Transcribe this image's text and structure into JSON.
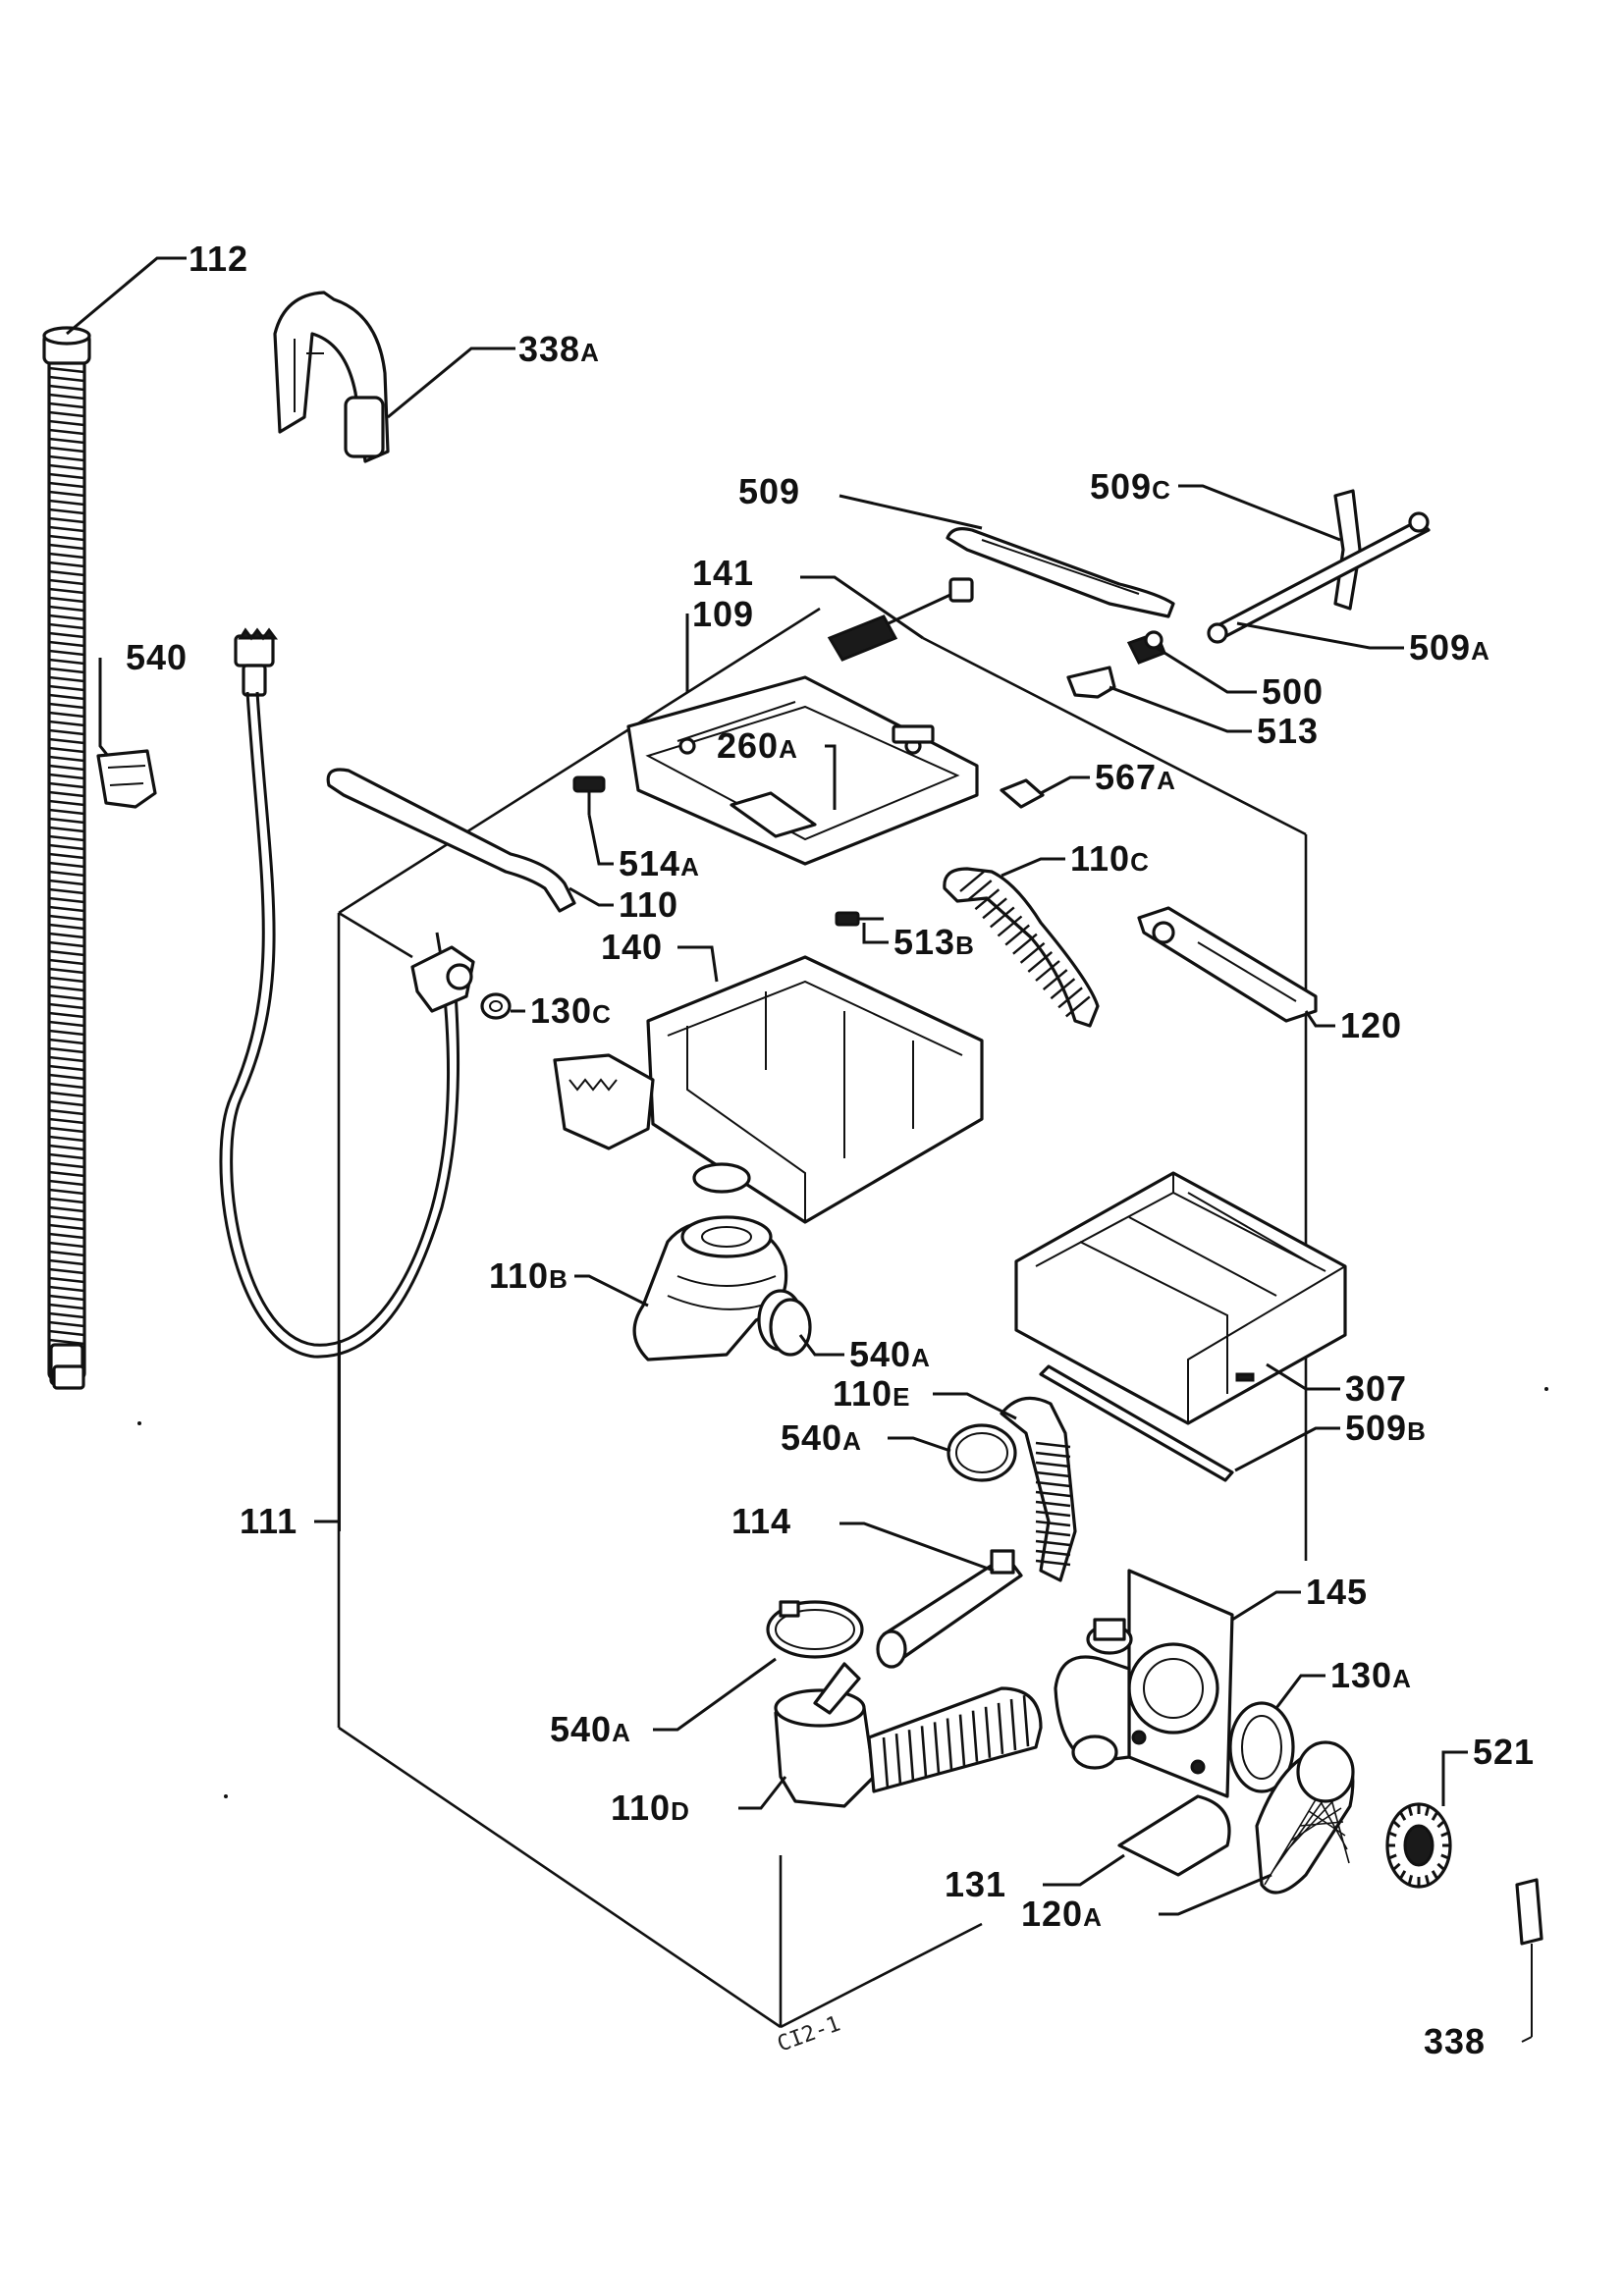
{
  "diagram": {
    "drawing_ref": "CI2-1",
    "labels": [
      {
        "id": "112",
        "num": "112",
        "suffix": ""
      },
      {
        "id": "338A",
        "num": "338",
        "suffix": "A"
      },
      {
        "id": "509",
        "num": "509",
        "suffix": ""
      },
      {
        "id": "509C",
        "num": "509",
        "suffix": "C"
      },
      {
        "id": "141",
        "num": "141",
        "suffix": ""
      },
      {
        "id": "109",
        "num": "109",
        "suffix": ""
      },
      {
        "id": "540",
        "num": "540",
        "suffix": ""
      },
      {
        "id": "509A",
        "num": "509",
        "suffix": "A"
      },
      {
        "id": "500",
        "num": "500",
        "suffix": ""
      },
      {
        "id": "513",
        "num": "513",
        "suffix": ""
      },
      {
        "id": "260A",
        "num": "260",
        "suffix": "A"
      },
      {
        "id": "567A",
        "num": "567",
        "suffix": "A"
      },
      {
        "id": "514A",
        "num": "514",
        "suffix": "A"
      },
      {
        "id": "110C",
        "num": "110",
        "suffix": "C"
      },
      {
        "id": "110",
        "num": "110",
        "suffix": ""
      },
      {
        "id": "140",
        "num": "140",
        "suffix": ""
      },
      {
        "id": "513B",
        "num": "513",
        "suffix": "B"
      },
      {
        "id": "130C",
        "num": "130",
        "suffix": "C"
      },
      {
        "id": "120",
        "num": "120",
        "suffix": ""
      },
      {
        "id": "110B",
        "num": "110",
        "suffix": "B"
      },
      {
        "id": "540A-1",
        "num": "540",
        "suffix": "A"
      },
      {
        "id": "307",
        "num": "307",
        "suffix": ""
      },
      {
        "id": "110E",
        "num": "110",
        "suffix": "E"
      },
      {
        "id": "540A-2",
        "num": "540",
        "suffix": "A"
      },
      {
        "id": "509B",
        "num": "509",
        "suffix": "B"
      },
      {
        "id": "111",
        "num": "111",
        "suffix": ""
      },
      {
        "id": "114",
        "num": "114",
        "suffix": ""
      },
      {
        "id": "145",
        "num": "145",
        "suffix": ""
      },
      {
        "id": "130A",
        "num": "130",
        "suffix": "A"
      },
      {
        "id": "540A-3",
        "num": "540",
        "suffix": "A"
      },
      {
        "id": "521",
        "num": "521",
        "suffix": ""
      },
      {
        "id": "110D",
        "num": "110",
        "suffix": "D"
      },
      {
        "id": "131",
        "num": "131",
        "suffix": ""
      },
      {
        "id": "120A",
        "num": "120",
        "suffix": "A"
      },
      {
        "id": "338",
        "num": "338",
        "suffix": ""
      }
    ]
  }
}
